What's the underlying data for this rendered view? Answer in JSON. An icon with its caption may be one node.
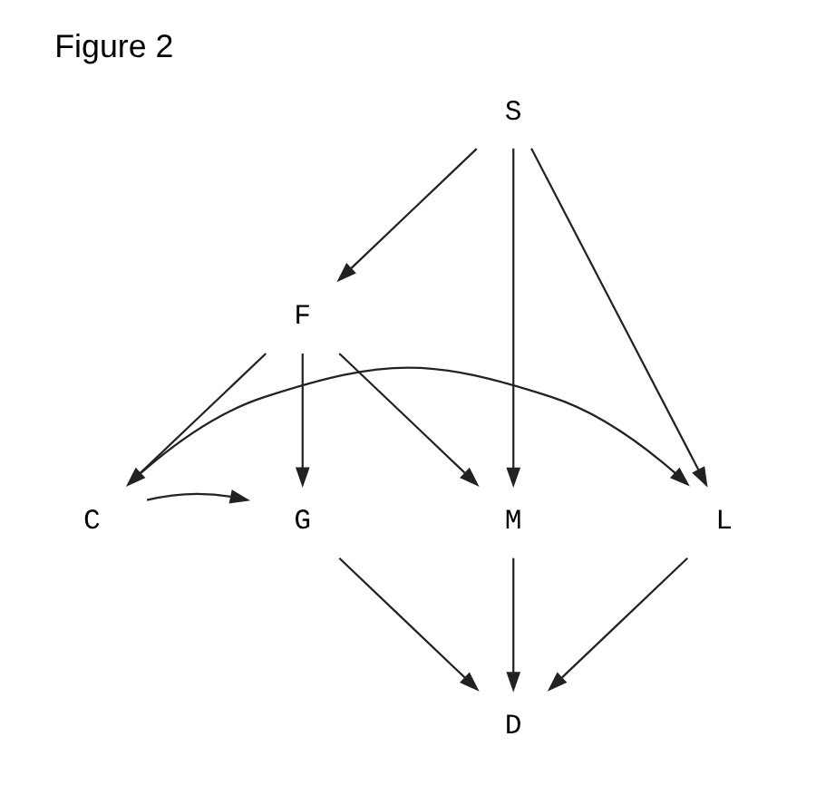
{
  "diagram": {
    "title": "Figure 2",
    "nodes": [
      {
        "text": [
          "S"
        ]
      },
      {
        "text": [
          "F"
        ]
      },
      {
        "text": [
          "L"
        ]
      },
      {
        "text": [
          "C"
        ]
      },
      {
        "text": [
          "G"
        ]
      },
      {
        "text": [
          "M"
        ]
      },
      {
        "text": [
          "D"
        ]
      }
    ],
    "edges": [
      {
        "from": 0,
        "to": 1,
        "arrow": "to"
      },
      {
        "from": 0,
        "to": 2,
        "arrow": "to"
      },
      {
        "from": 0,
        "to": 5,
        "arrow": "to"
      },
      {
        "from": 1,
        "to": 3,
        "arrow": "to"
      },
      {
        "from": 1,
        "to": 4,
        "arrow": "to"
      },
      {
        "from": 1,
        "to": 5,
        "arrow": "to"
      },
      {
        "from": 3,
        "to": 2,
        "arrow": "to"
      },
      {
        "from": 3,
        "to": 4,
        "arrow": "to"
      },
      {
        "from": 2,
        "to": 6,
        "arrow": "to"
      },
      {
        "from": 4,
        "to": 6,
        "arrow": "to"
      },
      {
        "from": 5,
        "to": 6,
        "arrow": "to"
      }
    ]
  }
}
